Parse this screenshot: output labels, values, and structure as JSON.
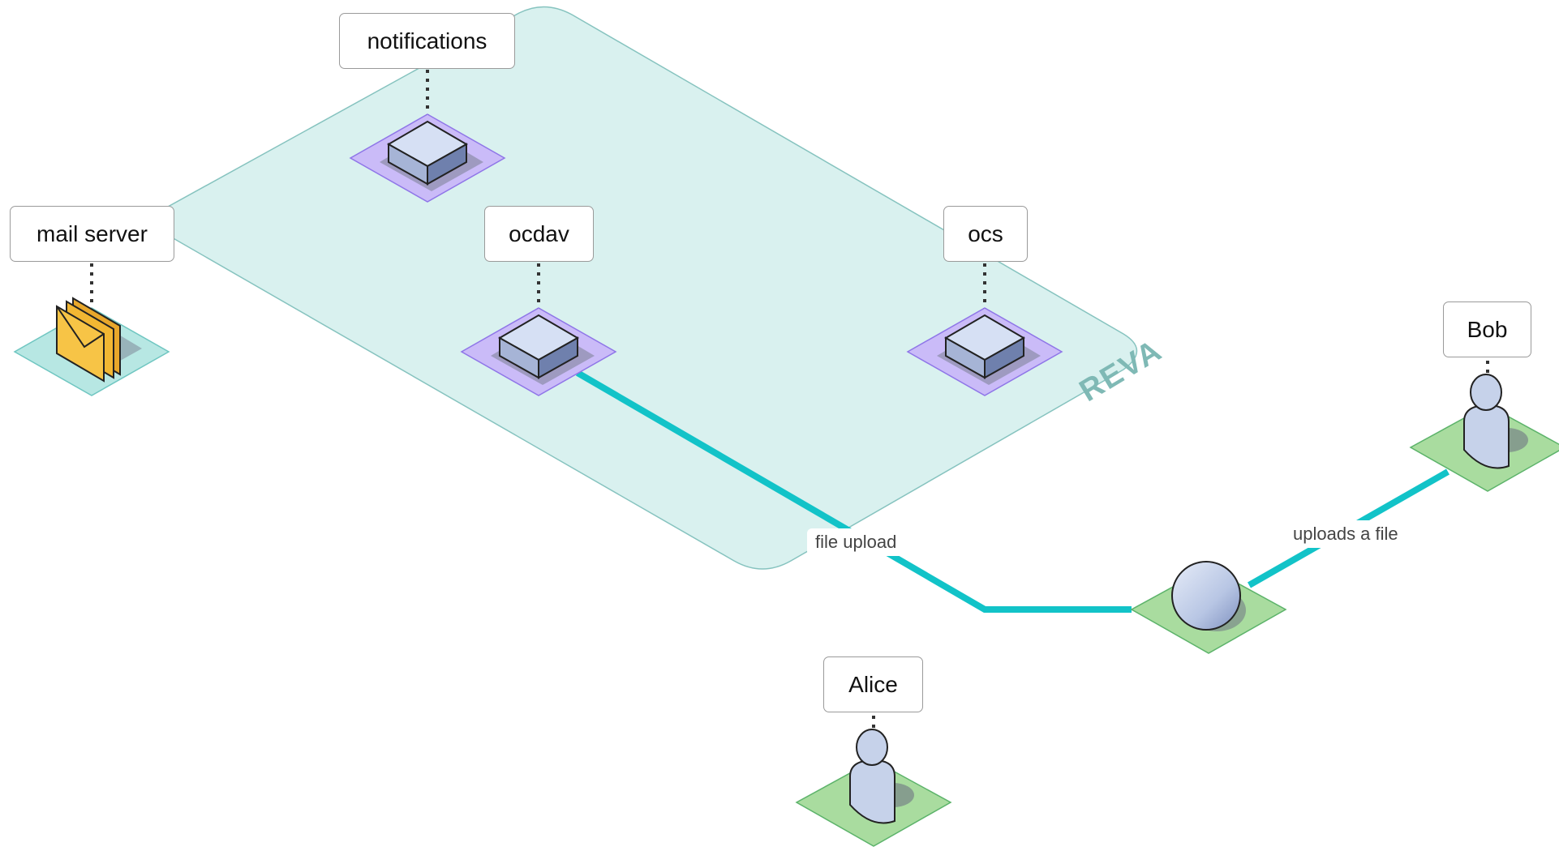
{
  "colors": {
    "zone_fill": "#d9f1ef",
    "zone_stroke": "#86c3bf",
    "service_pad": "#cabbf8",
    "service_pad_stroke": "#8f76e8",
    "user_pad": "#a9dc9f",
    "user_pad_stroke": "#5cb36a",
    "mail_pad": "#b7e7e3",
    "connection": "#12c3c8",
    "reva_label": "#7fb9b5"
  },
  "zone": {
    "label": "REVA"
  },
  "nodes": {
    "notifications": {
      "label": "notifications",
      "icon": "server-box-icon"
    },
    "mail_server": {
      "label": "mail server",
      "icon": "envelopes-icon"
    },
    "ocdav": {
      "label": "ocdav",
      "icon": "server-box-icon"
    },
    "ocs": {
      "label": "ocs",
      "icon": "server-box-icon"
    },
    "bob": {
      "label": "Bob",
      "icon": "user-icon"
    },
    "alice": {
      "label": "Alice",
      "icon": "user-icon"
    },
    "client": {
      "icon": "globe-sphere-icon"
    }
  },
  "edges": {
    "file_upload": {
      "label": "file upload"
    },
    "uploads_a_file": {
      "label": "uploads a file"
    }
  }
}
